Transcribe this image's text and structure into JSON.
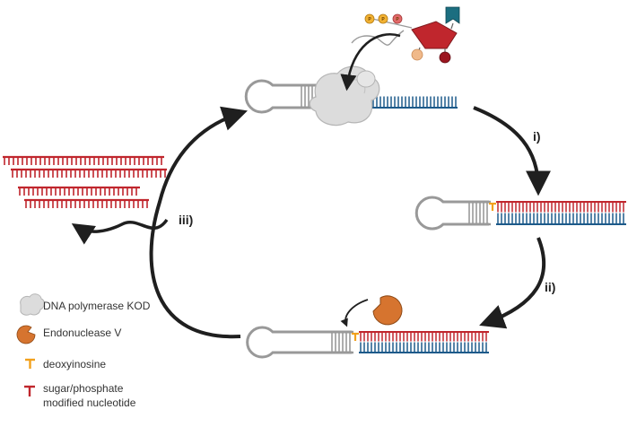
{
  "steps": [
    "i)",
    "ii)",
    "iii)"
  ],
  "phosphate_letter": "P",
  "legend": [
    {
      "icon": "polymerase-icon",
      "label": "DNA polymerase KOD"
    },
    {
      "icon": "endonuclease-icon",
      "label": "Endonuclease V"
    },
    {
      "icon": "deoxyinosine-icon",
      "label": "deoxyinosine"
    },
    {
      "icon": "modified-nucleotide-icon",
      "label": "sugar/phosphate",
      "label2": "modified nucleotide"
    }
  ],
  "colors": {
    "template_strand": "#1d5a8a",
    "modified_strand": "#c0262d",
    "hairpin": "#999999",
    "deoxyinosine": "#f2a11d",
    "endonuclease": "#d6742f",
    "polymerase": "#d8d8d8",
    "arrow": "#1f1f1f"
  }
}
